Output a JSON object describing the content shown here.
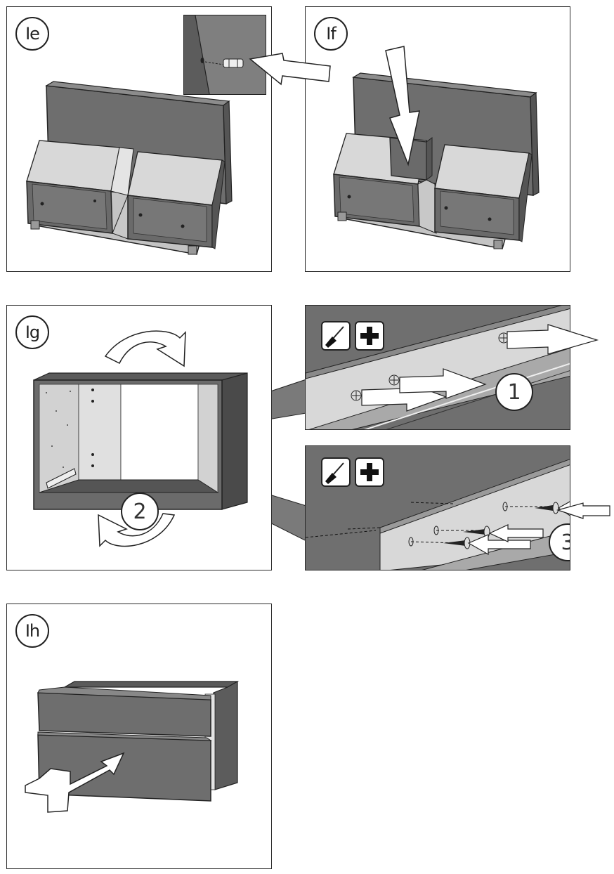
{
  "steps": [
    {
      "label": "Ie"
    },
    {
      "label": "If"
    },
    {
      "label": "Ig"
    },
    {
      "label": "Ih"
    }
  ],
  "callouts": [
    {
      "label": "1"
    },
    {
      "label": "2"
    },
    {
      "label": "3"
    }
  ],
  "colors": {
    "panel_dark": "#6b6b6b",
    "panel_mid": "#8a8a8a",
    "panel_light": "#c9c9c9",
    "outline": "#222222",
    "arrow_fill": "#ffffff"
  },
  "icons": [
    "screwdriver-icon",
    "phillips-cross-icon",
    "white-arrow-icon",
    "rotate-arrow-icon"
  ]
}
